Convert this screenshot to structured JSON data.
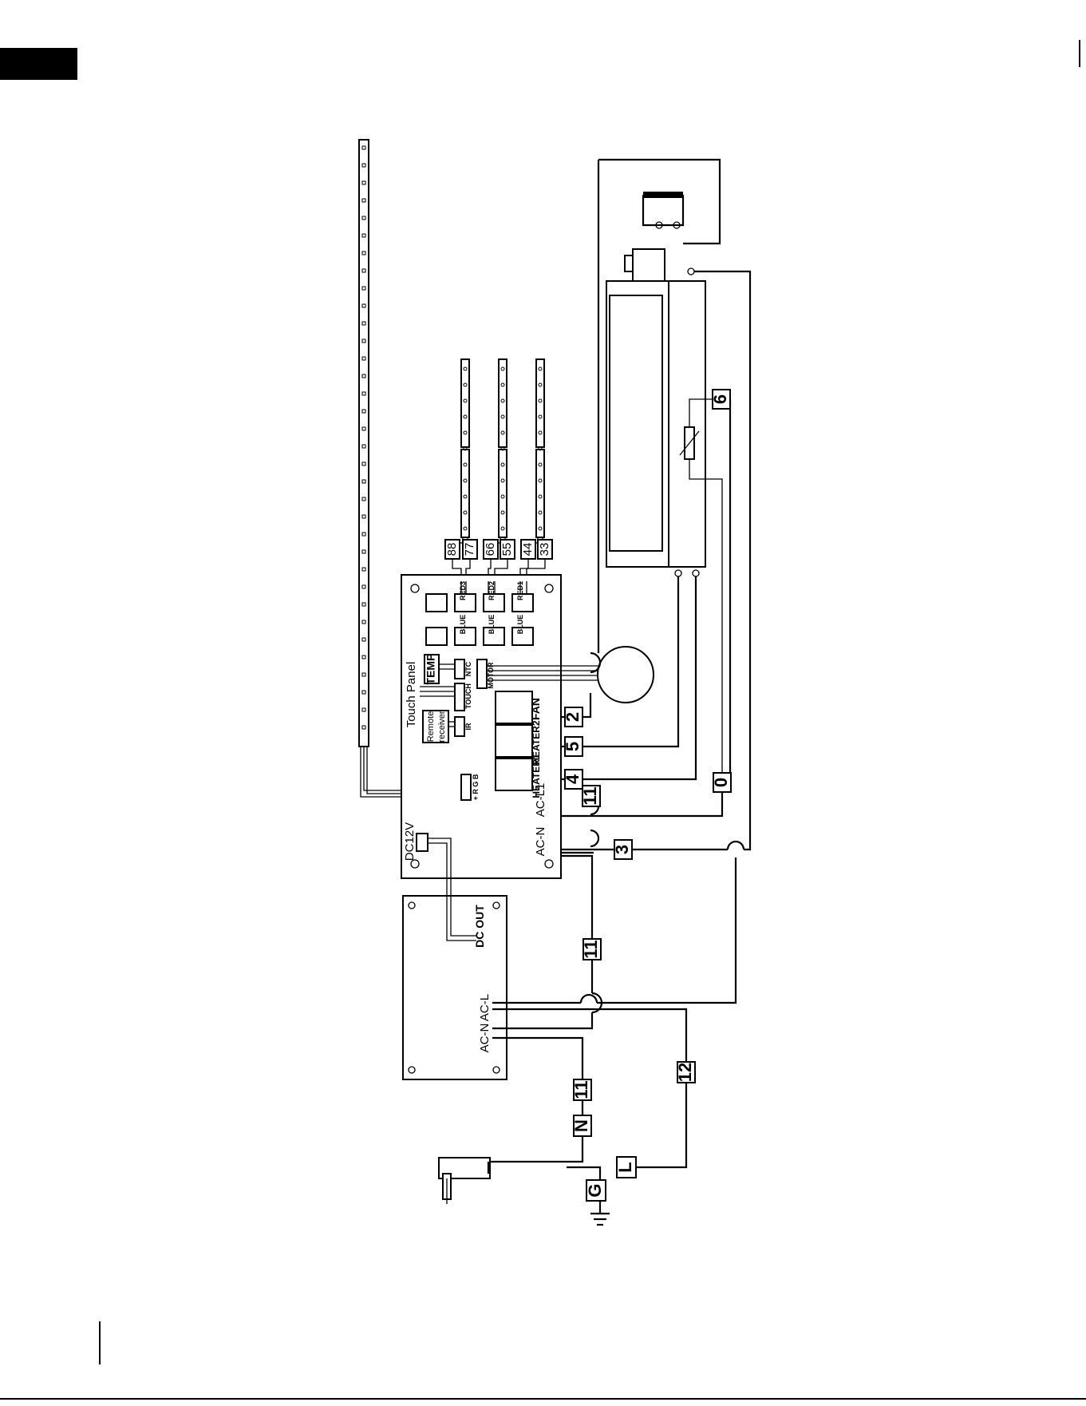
{
  "diagram": {
    "wire_tags": {
      "t_n": "N",
      "t_l": "L",
      "t_g": "G",
      "t_11_a": "11",
      "t_11_b": "11",
      "t_11_c": "11",
      "t_12": "12",
      "t_3": "3",
      "t_0": "0",
      "t_4": "4",
      "t_5": "5",
      "t_2": "2",
      "t_6": "6"
    },
    "led_connector_tags": [
      "88",
      "77",
      "66",
      "55",
      "44",
      "33"
    ],
    "control_board": {
      "touch_panel": "Touch Panel",
      "temp": "TEMP",
      "remote_receiver_line1": "Remote",
      "remote_receiver_line2": "receiver",
      "fan": "FAN",
      "heater2": "HEATER2",
      "heater1": "HEATER1",
      "ac_l1": "AC-L1",
      "ac_n": "AC-N",
      "dc12v": "DC12V",
      "rgb": "+ R G B",
      "ntc": "NTC",
      "motor": "MOTOR",
      "touch": "TOUCH",
      "ir": "IR",
      "red3": "RED3",
      "red2": "RED2",
      "red1": "RED1",
      "blue": "BLUE"
    },
    "power_supply": {
      "dc_out": "DC  OUT",
      "ac_l": "AC-L",
      "ac_n": "AC-N"
    }
  }
}
